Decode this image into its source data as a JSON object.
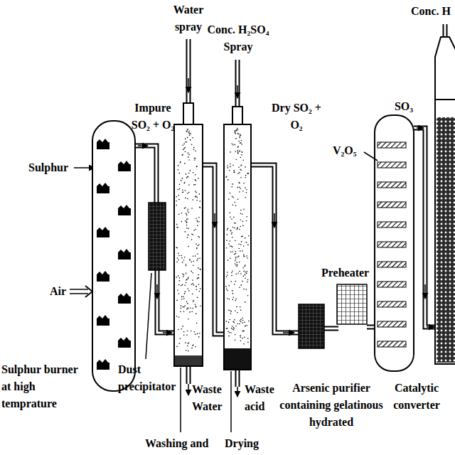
{
  "diagram": {
    "labels": [
      "Water spray",
      "Conc. H₂SO₄ Spray",
      "Conc. H",
      "Impure SO₂ + O₂",
      "Dry SO₂ + O₂",
      "SO₃",
      "V₂O₅",
      "Sulphur",
      "Preheater",
      "Air",
      "Sulphur burner at high temprature",
      "Dust precipitator",
      "Waste Water",
      "Waste acid",
      "Arsenic purifier containing gelatinous hydrated",
      "Catalytic converter",
      "Washing and",
      "Drying"
    ]
  }
}
